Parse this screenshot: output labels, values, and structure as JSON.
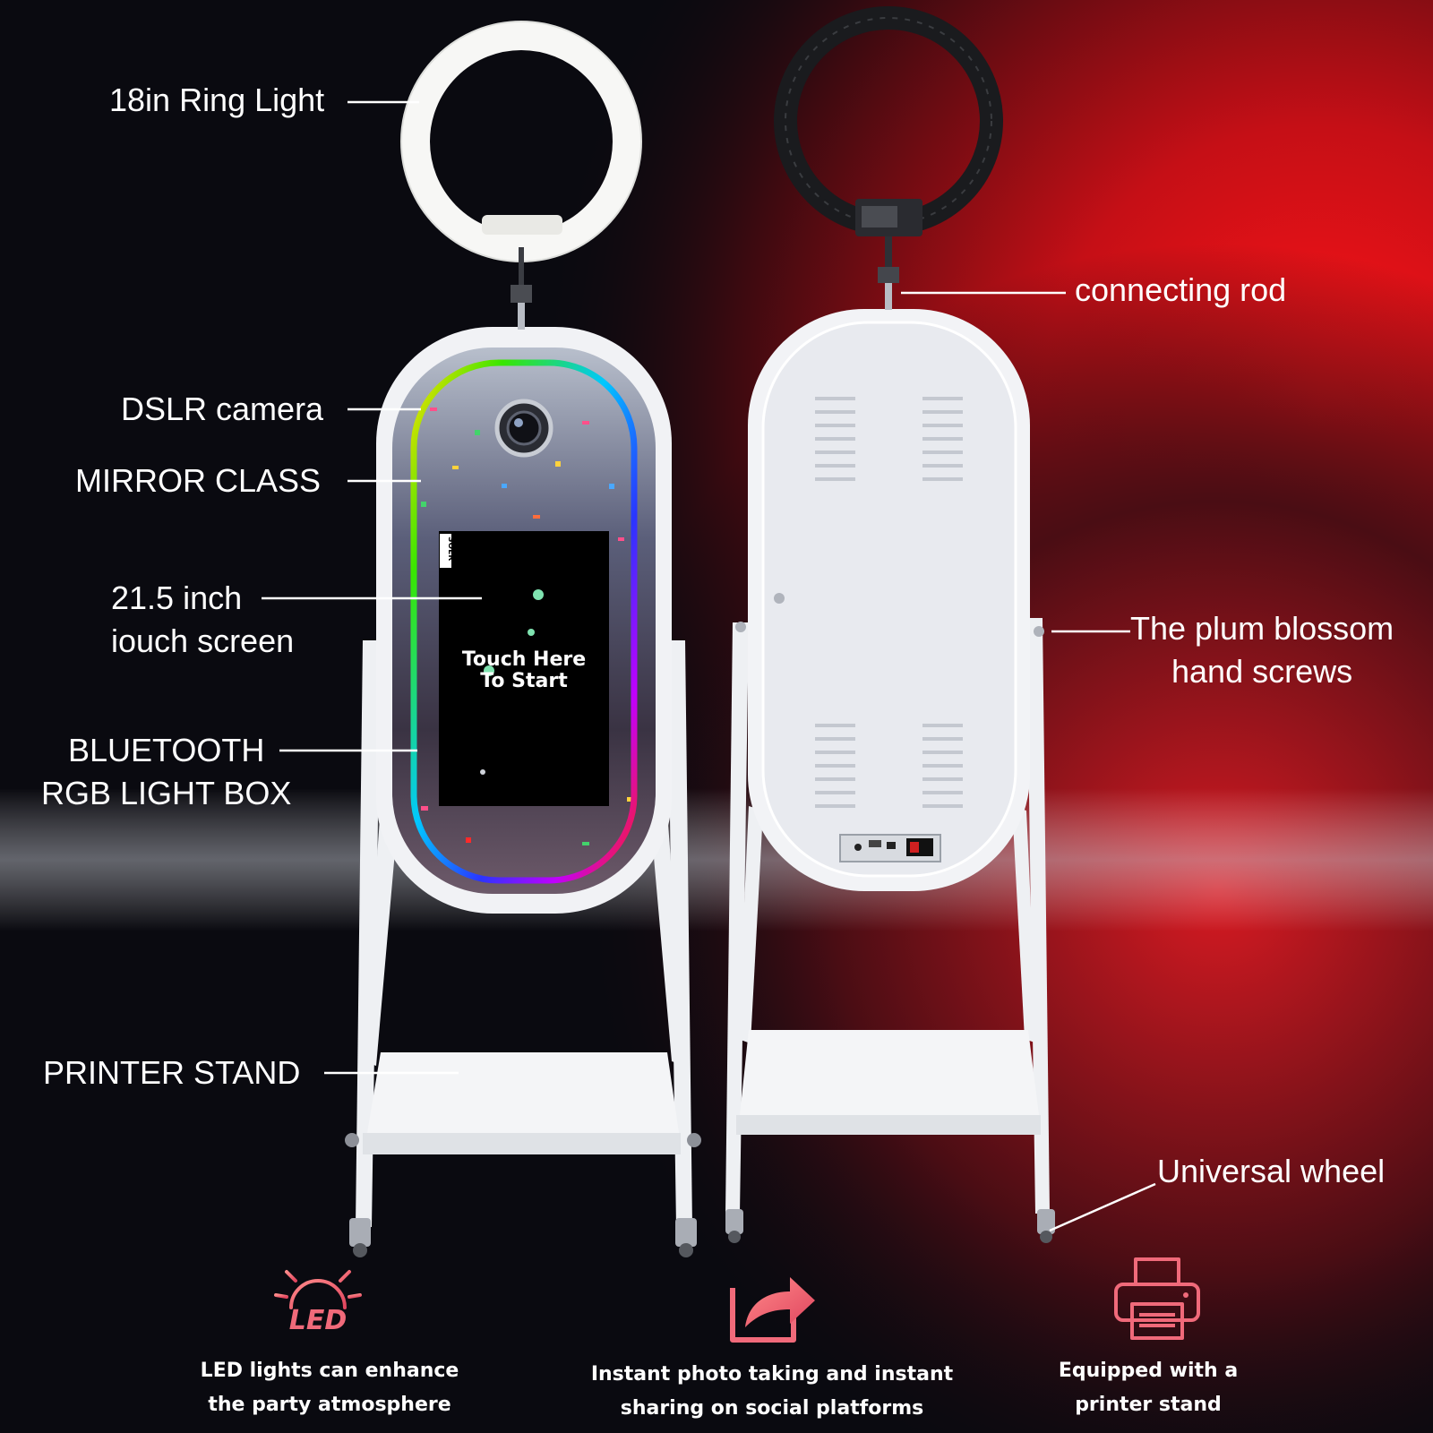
{
  "callouts": {
    "ring_light": "18in Ring Light",
    "dslr_camera": "DSLR camera",
    "mirror_glass": "MIRROR CLASS",
    "touch_screen": "21.5 inch\niouch screen",
    "bluetooth_box": "BLUETOOTH\nRGB LIGHT BOX",
    "printer_stand": "PRINTER STAND",
    "connecting_rod": "connecting rod",
    "hand_screws": "The plum blossom\nhand screws",
    "universal_wheel": "Universal wheel"
  },
  "screen": {
    "prompt_line1": "Touch Here",
    "prompt_line2": "To Start",
    "side_tag": "SOER"
  },
  "features": [
    {
      "icon": "led-icon",
      "icon_text": "LED",
      "text": "LED lights can enhance\nthe party atmosphere"
    },
    {
      "icon": "share-icon",
      "text": "Instant photo taking and instant\nsharing on social platforms"
    },
    {
      "icon": "printer-icon",
      "text": "Equipped with a\nprinter stand"
    }
  ],
  "colors": {
    "background_dark": "#0a0a10",
    "background_red": "#e0141c",
    "device_white": "#eef0f3",
    "icon_pink": "#f06a7a"
  }
}
